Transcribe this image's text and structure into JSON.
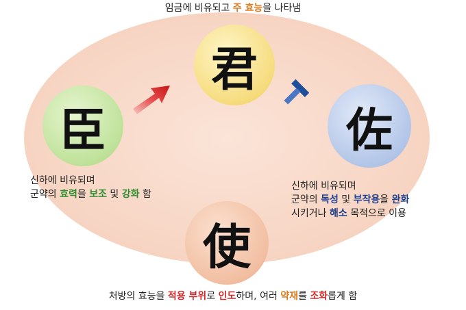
{
  "top_caption": {
    "a": "임금에 비유되고 ",
    "b": "주 효능",
    "c": "을 나타냄"
  },
  "nodes": {
    "jun": {
      "char": "君",
      "color": "#f6dc7e"
    },
    "sin": {
      "char": "臣",
      "color": "#bfe29a"
    },
    "jwa": {
      "char": "佐",
      "color": "#b3c6e8"
    },
    "sa": {
      "char": "使",
      "color": "#f2bfa2"
    }
  },
  "left_caption": {
    "line1": "신하에 비유되며",
    "line2_a": "군약의 ",
    "line2_b": "효력",
    "line2_c": "을 ",
    "line2_d": "보조",
    "line2_e": " 및 ",
    "line2_f": "강화",
    "line2_g": " 함"
  },
  "right_caption": {
    "line1": "신하에 비유되며",
    "line2_a": "군약의 ",
    "line2_b": "독성",
    "line2_c": " 및 ",
    "line2_d": "부작용",
    "line2_e": "을 ",
    "line2_f": "완화",
    "line3_a": "시키거나 ",
    "line3_b": "해소",
    "line3_c": " 목적으로 이용"
  },
  "bottom_caption": {
    "a": "처방의 효능을 ",
    "b": "적용 부위",
    "c": "로 ",
    "d": "인도",
    "e": "하며, 여러 ",
    "f": "약재",
    "g": "를 ",
    "h": "조화",
    "i": "롭게 함"
  },
  "colors": {
    "ellipse": "#f7d4c2",
    "arrow": "#d81e1e",
    "tee": "#1f4e9a"
  }
}
